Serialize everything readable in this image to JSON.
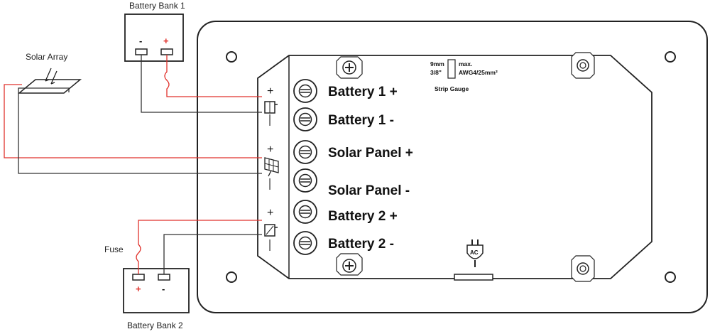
{
  "labels": {
    "battery_bank_1": "Battery Bank  1",
    "battery_bank_2": "Battery Bank 2",
    "solar_array": "Solar Array",
    "fuse": "Fuse"
  },
  "battery_bank_1_polarity": {
    "negative": "-",
    "positive": "+"
  },
  "battery_bank_2_polarity": {
    "positive": "+",
    "negative": "-"
  },
  "terminals": [
    {
      "label": "Battery 1 +"
    },
    {
      "label": "Battery 1 -"
    },
    {
      "label": "Solar Panel +"
    },
    {
      "label": "Solar Panel -"
    },
    {
      "label": "Battery 2 +"
    },
    {
      "label": "Battery 2 -"
    }
  ],
  "side_marks": {
    "battery1_plus": "+",
    "battery1_minus": "—",
    "solar_plus": "+",
    "solar_minus": "—",
    "battery2_plus": "+",
    "battery2_minus": "—"
  },
  "strip_gauge": {
    "line1_left": "9mm",
    "line2_left": "3/8\"",
    "line1_right": "max.",
    "line2_right": "AWG4/25mm²",
    "caption": "Strip Gauge"
  },
  "ac_icon_text": "AC",
  "colors": {
    "positive_wire": "#e0322c",
    "negative_wire": "#333333",
    "outline": "#222222"
  },
  "icons": [
    "screw-icon",
    "mounting-hole-icon",
    "battery-icon",
    "solar-panel-icon",
    "ac-plug-icon",
    "fuse-icon"
  ]
}
